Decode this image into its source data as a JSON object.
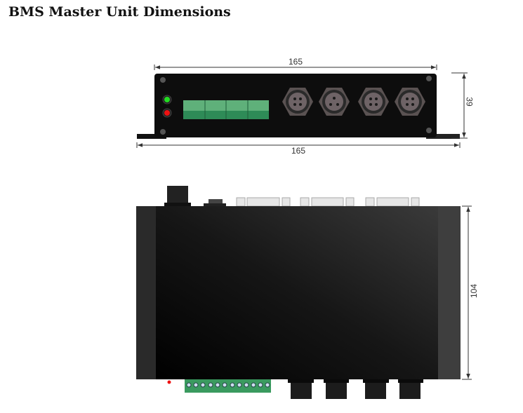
{
  "title": "BMS Master Unit Dimensions",
  "front_view": {
    "width_top": "165",
    "width_bottom": "165",
    "height": "39"
  },
  "top_view": {
    "depth": "104"
  },
  "colors": {
    "body": "#111111",
    "terminal": "#4caf70",
    "led_green": "#22dd22",
    "led_red": "#ee1111"
  }
}
